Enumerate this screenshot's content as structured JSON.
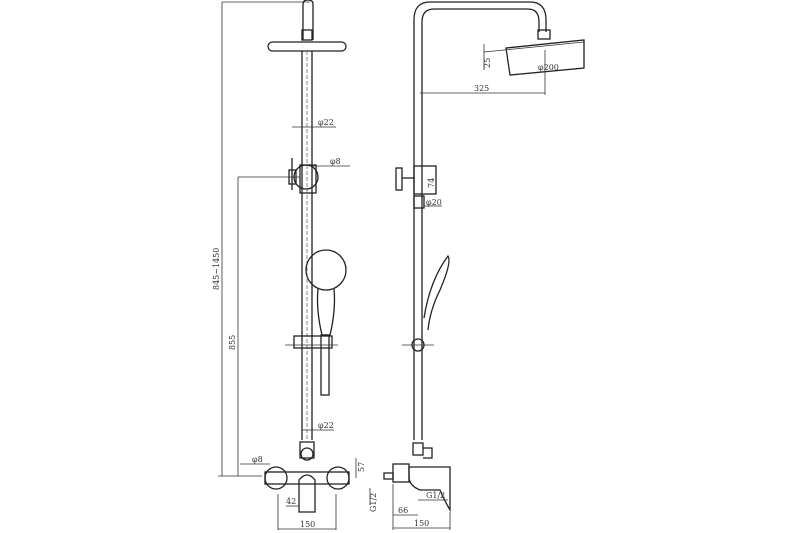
{
  "front_view": {
    "total_height_range": "845~1450",
    "slide_bar_height": "855",
    "pipe_dia_upper": "φ22",
    "diverter_dia": "φ8",
    "pipe_dia_lower": "φ22",
    "mixer_inlet_dia": "φ8",
    "mixer_height": "57",
    "spout_dia": "42",
    "mixer_width": "150"
  },
  "side_view": {
    "head_thickness": "25",
    "arm_reach": "325",
    "head_dia": "φ200",
    "diverter_height": "74",
    "pipe_dia": "φ20",
    "inlet_thread_left": "G1/2",
    "outlet_thread": "G1/2",
    "inlet_offset": "66",
    "body_width": "150"
  }
}
